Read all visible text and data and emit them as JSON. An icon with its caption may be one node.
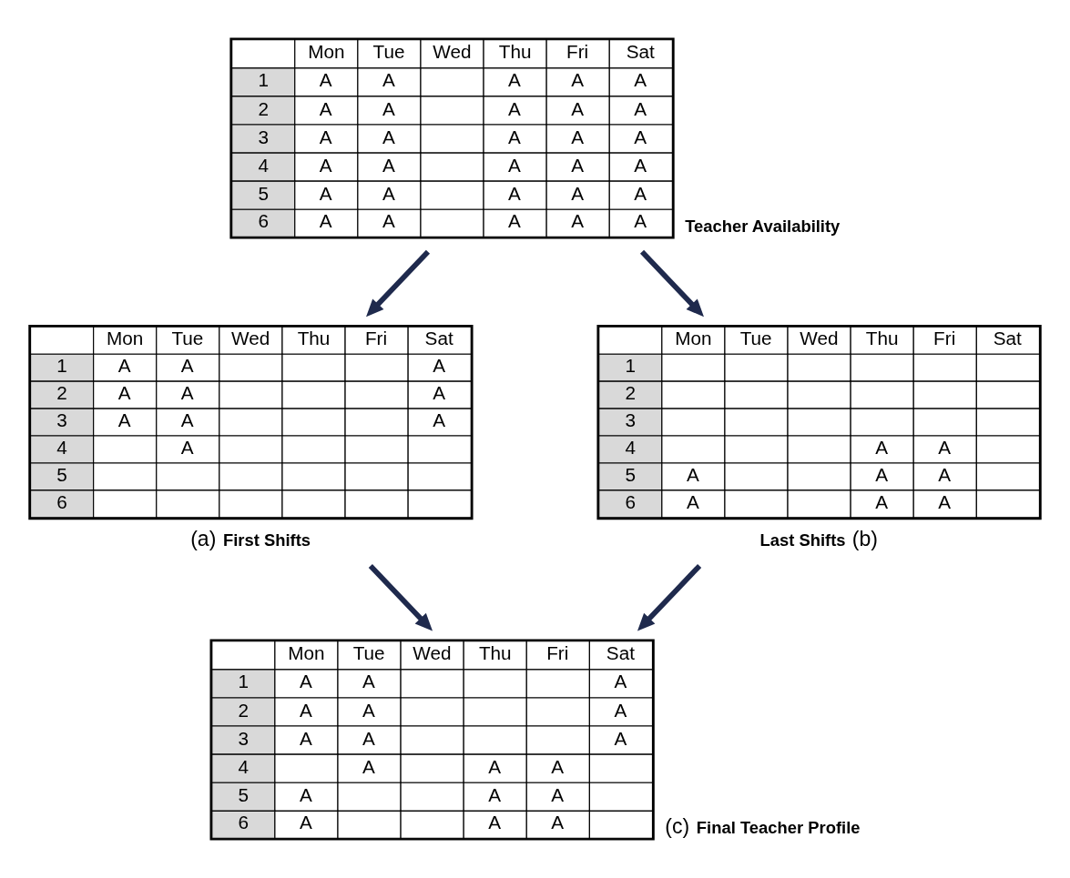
{
  "diagram": {
    "nodes": [
      {
        "text": [
          "Mon",
          "Tue",
          "Wed",
          "Thu",
          "Fri",
          "Sat",
          "1",
          "A",
          "A",
          "A",
          "A",
          "A",
          "2",
          "A",
          "A",
          "A",
          "A",
          "A",
          "3",
          "A",
          "A",
          "A",
          "A",
          "A",
          "4",
          "A",
          "A",
          "A",
          "A",
          "A",
          "5",
          "A",
          "A",
          "A",
          "A",
          "A",
          "6",
          "A",
          "A",
          "A",
          "A",
          "A"
        ],
        "beside": [
          "Teacher Availability"
        ]
      },
      {
        "text": [
          "Mon",
          "Tue",
          "Wed",
          "Thu",
          "Fri",
          "Sat",
          "1",
          "A",
          "A",
          "A",
          "2",
          "A",
          "A",
          "A",
          "3",
          "A",
          "A",
          "A",
          "4",
          "A",
          "5",
          "6"
        ],
        "beside": [
          "(a)",
          "First Shifts"
        ]
      },
      {
        "text": [
          "Mon",
          "Tue",
          "Wed",
          "Thu",
          "Fri",
          "Sat",
          "1",
          "2",
          "3",
          "4",
          "A",
          "A",
          "5",
          "A",
          "A",
          "A",
          "6",
          "A",
          "A",
          "A"
        ],
        "beside": [
          "Last Shifts",
          "(b)"
        ]
      },
      {
        "text": [
          "Mon",
          "Tue",
          "Wed",
          "Thu",
          "Fri",
          "Sat",
          "1",
          "A",
          "A",
          "A",
          "2",
          "A",
          "A",
          "A",
          "3",
          "A",
          "A",
          "A",
          "4",
          "A",
          "A",
          "A",
          "5",
          "A",
          "A",
          "A",
          "6",
          "A",
          "A",
          "A"
        ],
        "beside": [
          "(c)",
          "Final Teacher Profile"
        ]
      }
    ],
    "edges": [
      {
        "from": 0,
        "to": 1,
        "arrow": "to"
      },
      {
        "from": 0,
        "to": 2,
        "arrow": "to"
      },
      {
        "from": 1,
        "to": 3,
        "arrow": "to"
      },
      {
        "from": 2,
        "to": 3,
        "arrow": "to"
      }
    ]
  }
}
